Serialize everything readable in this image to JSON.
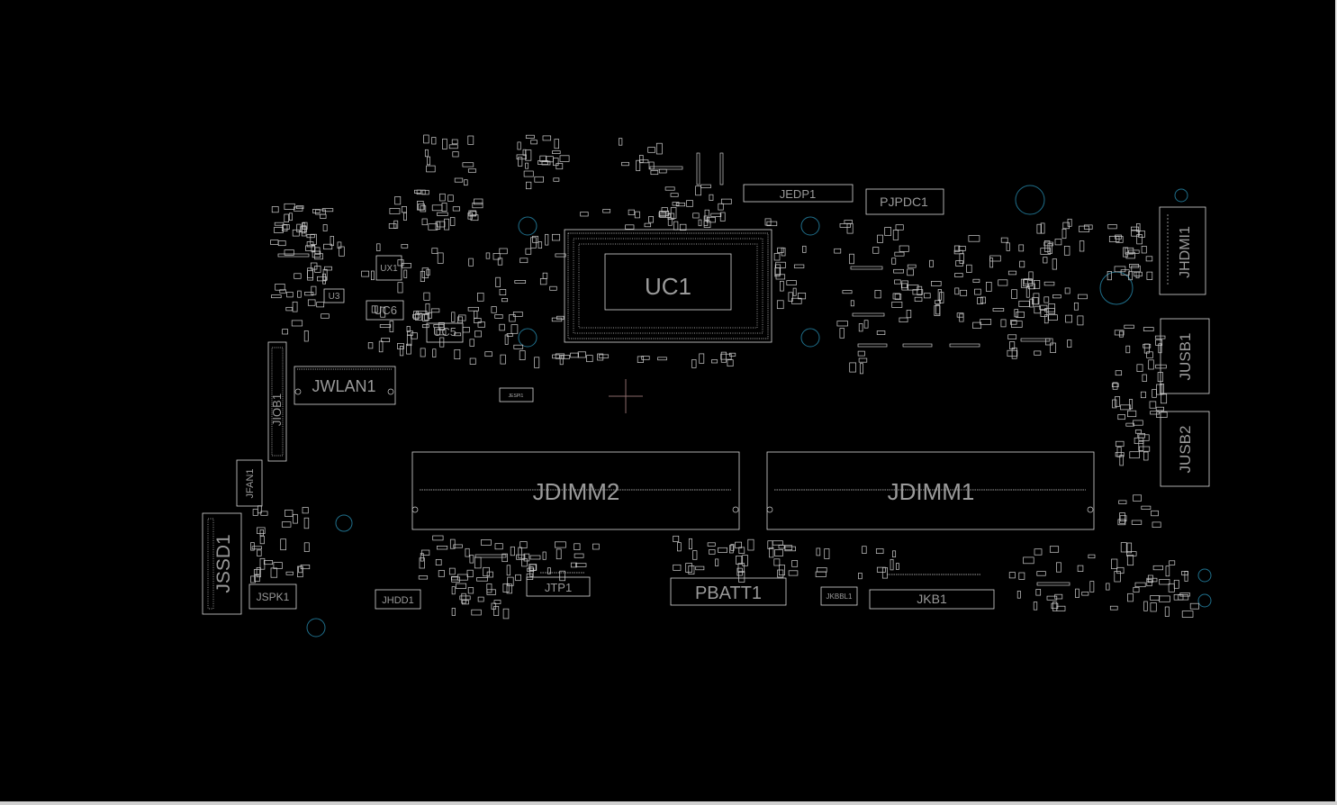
{
  "board": {
    "background": "#000000",
    "outline_color": "#d8d8d8",
    "label_color": "#9a9a9a",
    "via_color": "#1f6f8b"
  },
  "components": {
    "UC1": "UC1",
    "JEDP1": "JEDP1",
    "PJPDC1": "PJPDC1",
    "JHDMI1": "JHDMI1",
    "JUSB1": "JUSB1",
    "JUSB2": "JUSB2",
    "JDIMM2": "JDIMM2",
    "JDIMM1": "JDIMM1",
    "JWLAN1": "JWLAN1",
    "JIO": "JIOB1",
    "JFAN1": "JFAN1",
    "JSSD1": "JSSD1",
    "JSPK1": "JSPK1",
    "JHDD1": "JHDD1",
    "JTP1": "JTP1",
    "PBATT1": "PBATT1",
    "JKBBL1": "JKBBL1",
    "JKB1": "JKB1",
    "UX1": "UX1",
    "U3": "U3",
    "UC6": "UC6",
    "UC5": "UC5",
    "JESPI1": "JESPI1"
  }
}
